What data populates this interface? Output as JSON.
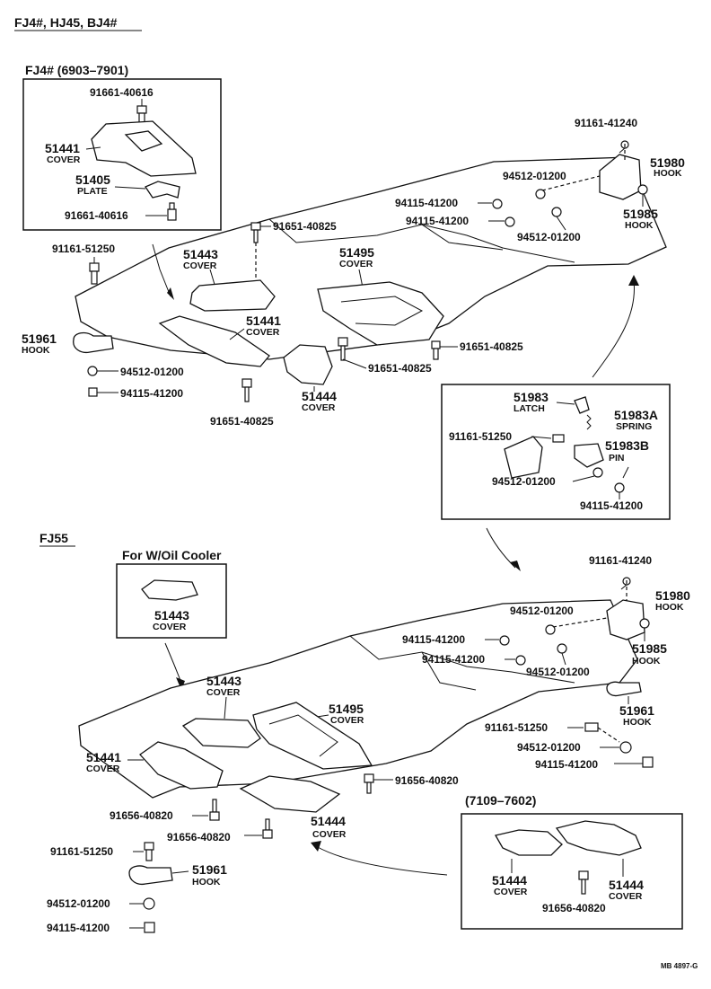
{
  "title": "FJ4#, HJ45, BJ4#",
  "sections": {
    "top_inset_label": "FJ4# (6903–7901)",
    "fj55_label": "FJ55",
    "oil_cooler_label": "For W/Oil Cooler",
    "period_label": "(7109–7602)"
  },
  "top_inset": {
    "bolt": "91661-40616",
    "cover_num": "51441",
    "cover_name": "COVER",
    "plate_num": "51405",
    "plate_name": "PLATE",
    "bolt2": "91661-40616"
  },
  "top_frame": {
    "screw_hook": "91161-41240",
    "nut_a": "94512-01200",
    "hook_51980_num": "51980",
    "hook_51980_name": "HOOK",
    "nut_b": "94115-41200",
    "nut_c": "94115-41200",
    "nut_d": "94512-01200",
    "hook_51985_num": "51985",
    "hook_51985_name": "HOOK",
    "bolt_top": "91651-40825",
    "bolt_left": "91161-51250",
    "cover_51443_num": "51443",
    "cover_51443_name": "COVER",
    "cover_51495_num": "51495",
    "cover_51495_name": "COVER",
    "hook_51961_num": "51961",
    "hook_51961_name": "HOOK",
    "cover_51441_num": "51441",
    "cover_51441_name": "COVER",
    "bolt_r1": "91651-40825",
    "bolt_r2": "91651-40825",
    "nut_l1": "94512-01200",
    "nut_l2": "94115-41200",
    "cover_51444_num": "51444",
    "cover_51444_name": "COVER",
    "bolt_bottom": "91651-40825"
  },
  "latch_box": {
    "latch_num": "51983",
    "latch_name": "LATCH",
    "spring_num": "51983A",
    "spring_name": "SPRING",
    "bolt": "91161-51250",
    "pin_num": "51983B",
    "pin_name": "PIN",
    "nut1": "94512-01200",
    "nut2": "94115-41200"
  },
  "oil_cooler": {
    "num": "51443",
    "name": "COVER"
  },
  "fj55_frame": {
    "screw_hook": "91161-41240",
    "hook_51980_num": "51980",
    "hook_51980_name": "HOOK",
    "nut_a": "94512-01200",
    "nut_b": "94115-41200",
    "nut_c": "94115-41200",
    "nut_d": "94512-01200",
    "hook_51985_num": "51985",
    "hook_51985_name": "HOOK",
    "cover_51443_num": "51443",
    "cover_51443_name": "COVER",
    "cover_51495_num": "51495",
    "cover_51495_name": "COVER",
    "hook_51961_num": "51961",
    "hook_51961_name": "HOOK",
    "bolt_r": "91161-51250",
    "nut_r1": "94512-01200",
    "nut_r2": "94115-41200",
    "cover_51441_num": "51441",
    "cover_51441_name": "COVER",
    "bolt_mid": "91656-40820",
    "bolt_l": "91656-40820",
    "bolt_l2": "91656-40820",
    "cover_51444_num": "51444",
    "cover_51444_name": "COVER"
  },
  "fj55_loose": {
    "bolt": "91161-51250",
    "hook_num": "51961",
    "hook_name": "HOOK",
    "nut1": "94512-01200",
    "nut2": "94115-41200"
  },
  "period_box": {
    "left_num": "51444",
    "left_name": "COVER",
    "right_num": "51444",
    "right_name": "COVER",
    "bolt": "91656-40820"
  },
  "footer_code": "MB 4897-G"
}
